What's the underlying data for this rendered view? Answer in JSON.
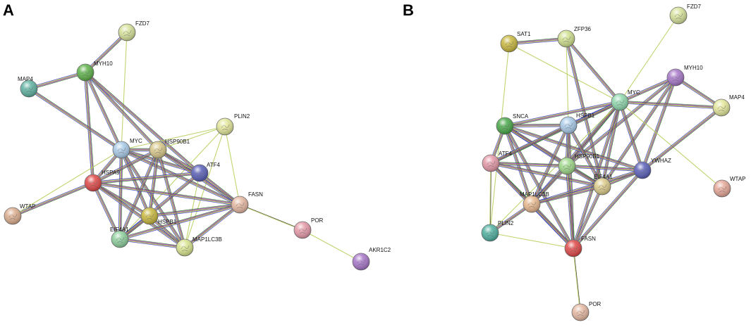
{
  "panels": [
    {
      "label": "A",
      "nodes": [
        {
          "id": "FZD7",
          "label": "FZD7",
          "color": "#d6e29a"
        },
        {
          "id": "MYH10",
          "label": "MYH10",
          "color": "#5fb24a"
        },
        {
          "id": "MAP4",
          "label": "MAP4",
          "color": "#5fb3a2"
        },
        {
          "id": "PLIN2",
          "label": "PLIN2",
          "color": "#e3e79a"
        },
        {
          "id": "MYC",
          "label": "MYC",
          "color": "#a9cbe8"
        },
        {
          "id": "HSP90B1",
          "label": "HSP90B1",
          "color": "#d8c88a"
        },
        {
          "id": "ATF4",
          "label": "ATF4",
          "color": "#5a5fb8"
        },
        {
          "id": "HSPA9",
          "label": "HSPA9",
          "color": "#e04848"
        },
        {
          "id": "FASN",
          "label": "FASN",
          "color": "#e6b8a2"
        },
        {
          "id": "WTAP",
          "label": "WTAP",
          "color": "#dcae8e"
        },
        {
          "id": "HSPB1",
          "label": "HSPB1",
          "color": "#c9b83e"
        },
        {
          "id": "POR",
          "label": "POR",
          "color": "#e59aa8"
        },
        {
          "id": "EIF4A1",
          "label": "EIF4A1",
          "color": "#8fd09e"
        },
        {
          "id": "MAP1LC3B",
          "label": "MAP1LC3B",
          "color": "#d9e48e"
        },
        {
          "id": "AKR1C2",
          "label": "AKR1C2",
          "color": "#a777c9"
        }
      ],
      "edges": [
        [
          "FZD7",
          "MYH10",
          "multi"
        ],
        [
          "FZD7",
          "MYC",
          "green"
        ],
        [
          "MYH10",
          "MAP4",
          "multi"
        ],
        [
          "MYH10",
          "MYC",
          "multi"
        ],
        [
          "MYH10",
          "HSPA9",
          "multi"
        ],
        [
          "MYH10",
          "HSP90B1",
          "multi"
        ],
        [
          "MYH10",
          "ATF4",
          "multi"
        ],
        [
          "MAP4",
          "MYC",
          "multi"
        ],
        [
          "PLIN2",
          "MYC",
          "green"
        ],
        [
          "PLIN2",
          "HSP90B1",
          "green"
        ],
        [
          "PLIN2",
          "FASN",
          "green"
        ],
        [
          "PLIN2",
          "MAP1LC3B",
          "green"
        ],
        [
          "PLIN2",
          "EIF4A1",
          "green"
        ],
        [
          "MYC",
          "HSP90B1",
          "multi"
        ],
        [
          "MYC",
          "ATF4",
          "multi"
        ],
        [
          "MYC",
          "HSPA9",
          "multi"
        ],
        [
          "MYC",
          "FASN",
          "multi"
        ],
        [
          "MYC",
          "HSPB1",
          "multi"
        ],
        [
          "MYC",
          "EIF4A1",
          "multi"
        ],
        [
          "MYC",
          "MAP1LC3B",
          "multi"
        ],
        [
          "HSP90B1",
          "HSPA9",
          "multi"
        ],
        [
          "HSP90B1",
          "ATF4",
          "multi"
        ],
        [
          "HSP90B1",
          "FASN",
          "multi"
        ],
        [
          "HSP90B1",
          "HSPB1",
          "multi"
        ],
        [
          "HSP90B1",
          "EIF4A1",
          "multi"
        ],
        [
          "HSP90B1",
          "MAP1LC3B",
          "multi"
        ],
        [
          "ATF4",
          "HSPA9",
          "multi"
        ],
        [
          "ATF4",
          "FASN",
          "multi"
        ],
        [
          "ATF4",
          "EIF4A1",
          "multi"
        ],
        [
          "ATF4",
          "MAP1LC3B",
          "green"
        ],
        [
          "HSPA9",
          "WTAP",
          "multi"
        ],
        [
          "HSPA9",
          "HSPB1",
          "multi"
        ],
        [
          "HSPA9",
          "EIF4A1",
          "multi"
        ],
        [
          "HSPA9",
          "FASN",
          "multi"
        ],
        [
          "HSPA9",
          "MAP1LC3B",
          "multi"
        ],
        [
          "HSPB1",
          "EIF4A1",
          "multi"
        ],
        [
          "HSPB1",
          "MAP1LC3B",
          "multi"
        ],
        [
          "HSPB1",
          "FASN",
          "multi"
        ],
        [
          "EIF4A1",
          "MAP1LC3B",
          "multi"
        ],
        [
          "EIF4A1",
          "FASN",
          "multi"
        ],
        [
          "MAP1LC3B",
          "FASN",
          "multi"
        ],
        [
          "WTAP",
          "MYC",
          "green"
        ],
        [
          "FASN",
          "POR",
          "dark"
        ],
        [
          "POR",
          "AKR1C2",
          "green"
        ]
      ]
    },
    {
      "label": "B",
      "nodes": [
        {
          "id": "FZD7",
          "label": "FZD7",
          "color": "#d6e29a"
        },
        {
          "id": "SAT1",
          "label": "SAT1",
          "color": "#c9b83e"
        },
        {
          "id": "ZFP36",
          "label": "ZFP36",
          "color": "#cfe08e"
        },
        {
          "id": "MYH10",
          "label": "MYH10",
          "color": "#a777c9"
        },
        {
          "id": "MYC",
          "label": "MYC",
          "color": "#8fd8ac"
        },
        {
          "id": "MAP4",
          "label": "MAP4",
          "color": "#e3e79a"
        },
        {
          "id": "SNCA",
          "label": "SNCA",
          "color": "#4aa84a"
        },
        {
          "id": "HSPB1",
          "label": "HSPB1",
          "color": "#a9cbe8"
        },
        {
          "id": "ATF4",
          "label": "ATF4",
          "color": "#e59aa8"
        },
        {
          "id": "HSP90B1",
          "label": "HSP90B1",
          "color": "#9fd88a"
        },
        {
          "id": "YWHAZ",
          "label": "YWHAZ",
          "color": "#5a5fb8"
        },
        {
          "id": "WTAP",
          "label": "WTAP",
          "color": "#e6a898"
        },
        {
          "id": "EIF4A1",
          "label": "EIF4A1",
          "color": "#dccb8a"
        },
        {
          "id": "MAP1LC3B",
          "label": "MAP1LC3B",
          "color": "#e8b88e"
        },
        {
          "id": "PLIN2",
          "label": "PLIN2",
          "color": "#4fb0a0"
        },
        {
          "id": "FASN",
          "label": "FASN",
          "color": "#e04848"
        },
        {
          "id": "POR",
          "label": "POR",
          "color": "#e6b8a2"
        }
      ],
      "edges": [
        [
          "FZD7",
          "MYC",
          "green"
        ],
        [
          "SAT1",
          "ZFP36",
          "multi"
        ],
        [
          "SAT1",
          "MYC",
          "green"
        ],
        [
          "SAT1",
          "PLIN2",
          "green"
        ],
        [
          "ZFP36",
          "MYC",
          "multi"
        ],
        [
          "ZFP36",
          "HSPB1",
          "green"
        ],
        [
          "ZFP36",
          "EIF4A1",
          "multi"
        ],
        [
          "MYH10",
          "MYC",
          "multi"
        ],
        [
          "MYH10",
          "MAP4",
          "multi"
        ],
        [
          "MYH10",
          "YWHAZ",
          "multi"
        ],
        [
          "MYH10",
          "HSP90B1",
          "multi"
        ],
        [
          "MYH10",
          "EIF4A1",
          "multi"
        ],
        [
          "MYC",
          "MAP4",
          "multi"
        ],
        [
          "MYC",
          "SNCA",
          "multi"
        ],
        [
          "MYC",
          "HSPB1",
          "multi"
        ],
        [
          "MYC",
          "ATF4",
          "multi"
        ],
        [
          "MYC",
          "HSP90B1",
          "multi"
        ],
        [
          "MYC",
          "YWHAZ",
          "multi"
        ],
        [
          "MYC",
          "EIF4A1",
          "multi"
        ],
        [
          "MYC",
          "MAP1LC3B",
          "multi"
        ],
        [
          "MYC",
          "FASN",
          "multi"
        ],
        [
          "MYC",
          "WTAP",
          "green"
        ],
        [
          "MYC",
          "PLIN2",
          "green"
        ],
        [
          "MAP4",
          "YWHAZ",
          "multi"
        ],
        [
          "SNCA",
          "HSPB1",
          "multi"
        ],
        [
          "SNCA",
          "ATF4",
          "multi"
        ],
        [
          "SNCA",
          "HSP90B1",
          "multi"
        ],
        [
          "SNCA",
          "YWHAZ",
          "multi"
        ],
        [
          "SNCA",
          "EIF4A1",
          "multi"
        ],
        [
          "SNCA",
          "MAP1LC3B",
          "multi"
        ],
        [
          "SNCA",
          "FASN",
          "multi"
        ],
        [
          "HSPB1",
          "HSP90B1",
          "multi"
        ],
        [
          "HSPB1",
          "EIF4A1",
          "multi"
        ],
        [
          "HSPB1",
          "MAP1LC3B",
          "multi"
        ],
        [
          "HSPB1",
          "FASN",
          "multi"
        ],
        [
          "HSPB1",
          "ATF4",
          "multi"
        ],
        [
          "ATF4",
          "HSP90B1",
          "multi"
        ],
        [
          "ATF4",
          "EIF4A1",
          "multi"
        ],
        [
          "ATF4",
          "MAP1LC3B",
          "multi"
        ],
        [
          "ATF4",
          "FASN",
          "multi"
        ],
        [
          "ATF4",
          "PLIN2",
          "dark"
        ],
        [
          "HSP90B1",
          "EIF4A1",
          "multi"
        ],
        [
          "HSP90B1",
          "YWHAZ",
          "multi"
        ],
        [
          "HSP90B1",
          "MAP1LC3B",
          "multi"
        ],
        [
          "HSP90B1",
          "FASN",
          "multi"
        ],
        [
          "YWHAZ",
          "EIF4A1",
          "multi"
        ],
        [
          "YWHAZ",
          "MAP1LC3B",
          "multi"
        ],
        [
          "YWHAZ",
          "FASN",
          "multi"
        ],
        [
          "EIF4A1",
          "MAP1LC3B",
          "multi"
        ],
        [
          "EIF4A1",
          "FASN",
          "multi"
        ],
        [
          "MAP1LC3B",
          "FASN",
          "multi"
        ],
        [
          "MAP1LC3B",
          "PLIN2",
          "multi"
        ],
        [
          "PLIN2",
          "FASN",
          "green"
        ],
        [
          "FASN",
          "POR",
          "dark"
        ]
      ]
    }
  ]
}
